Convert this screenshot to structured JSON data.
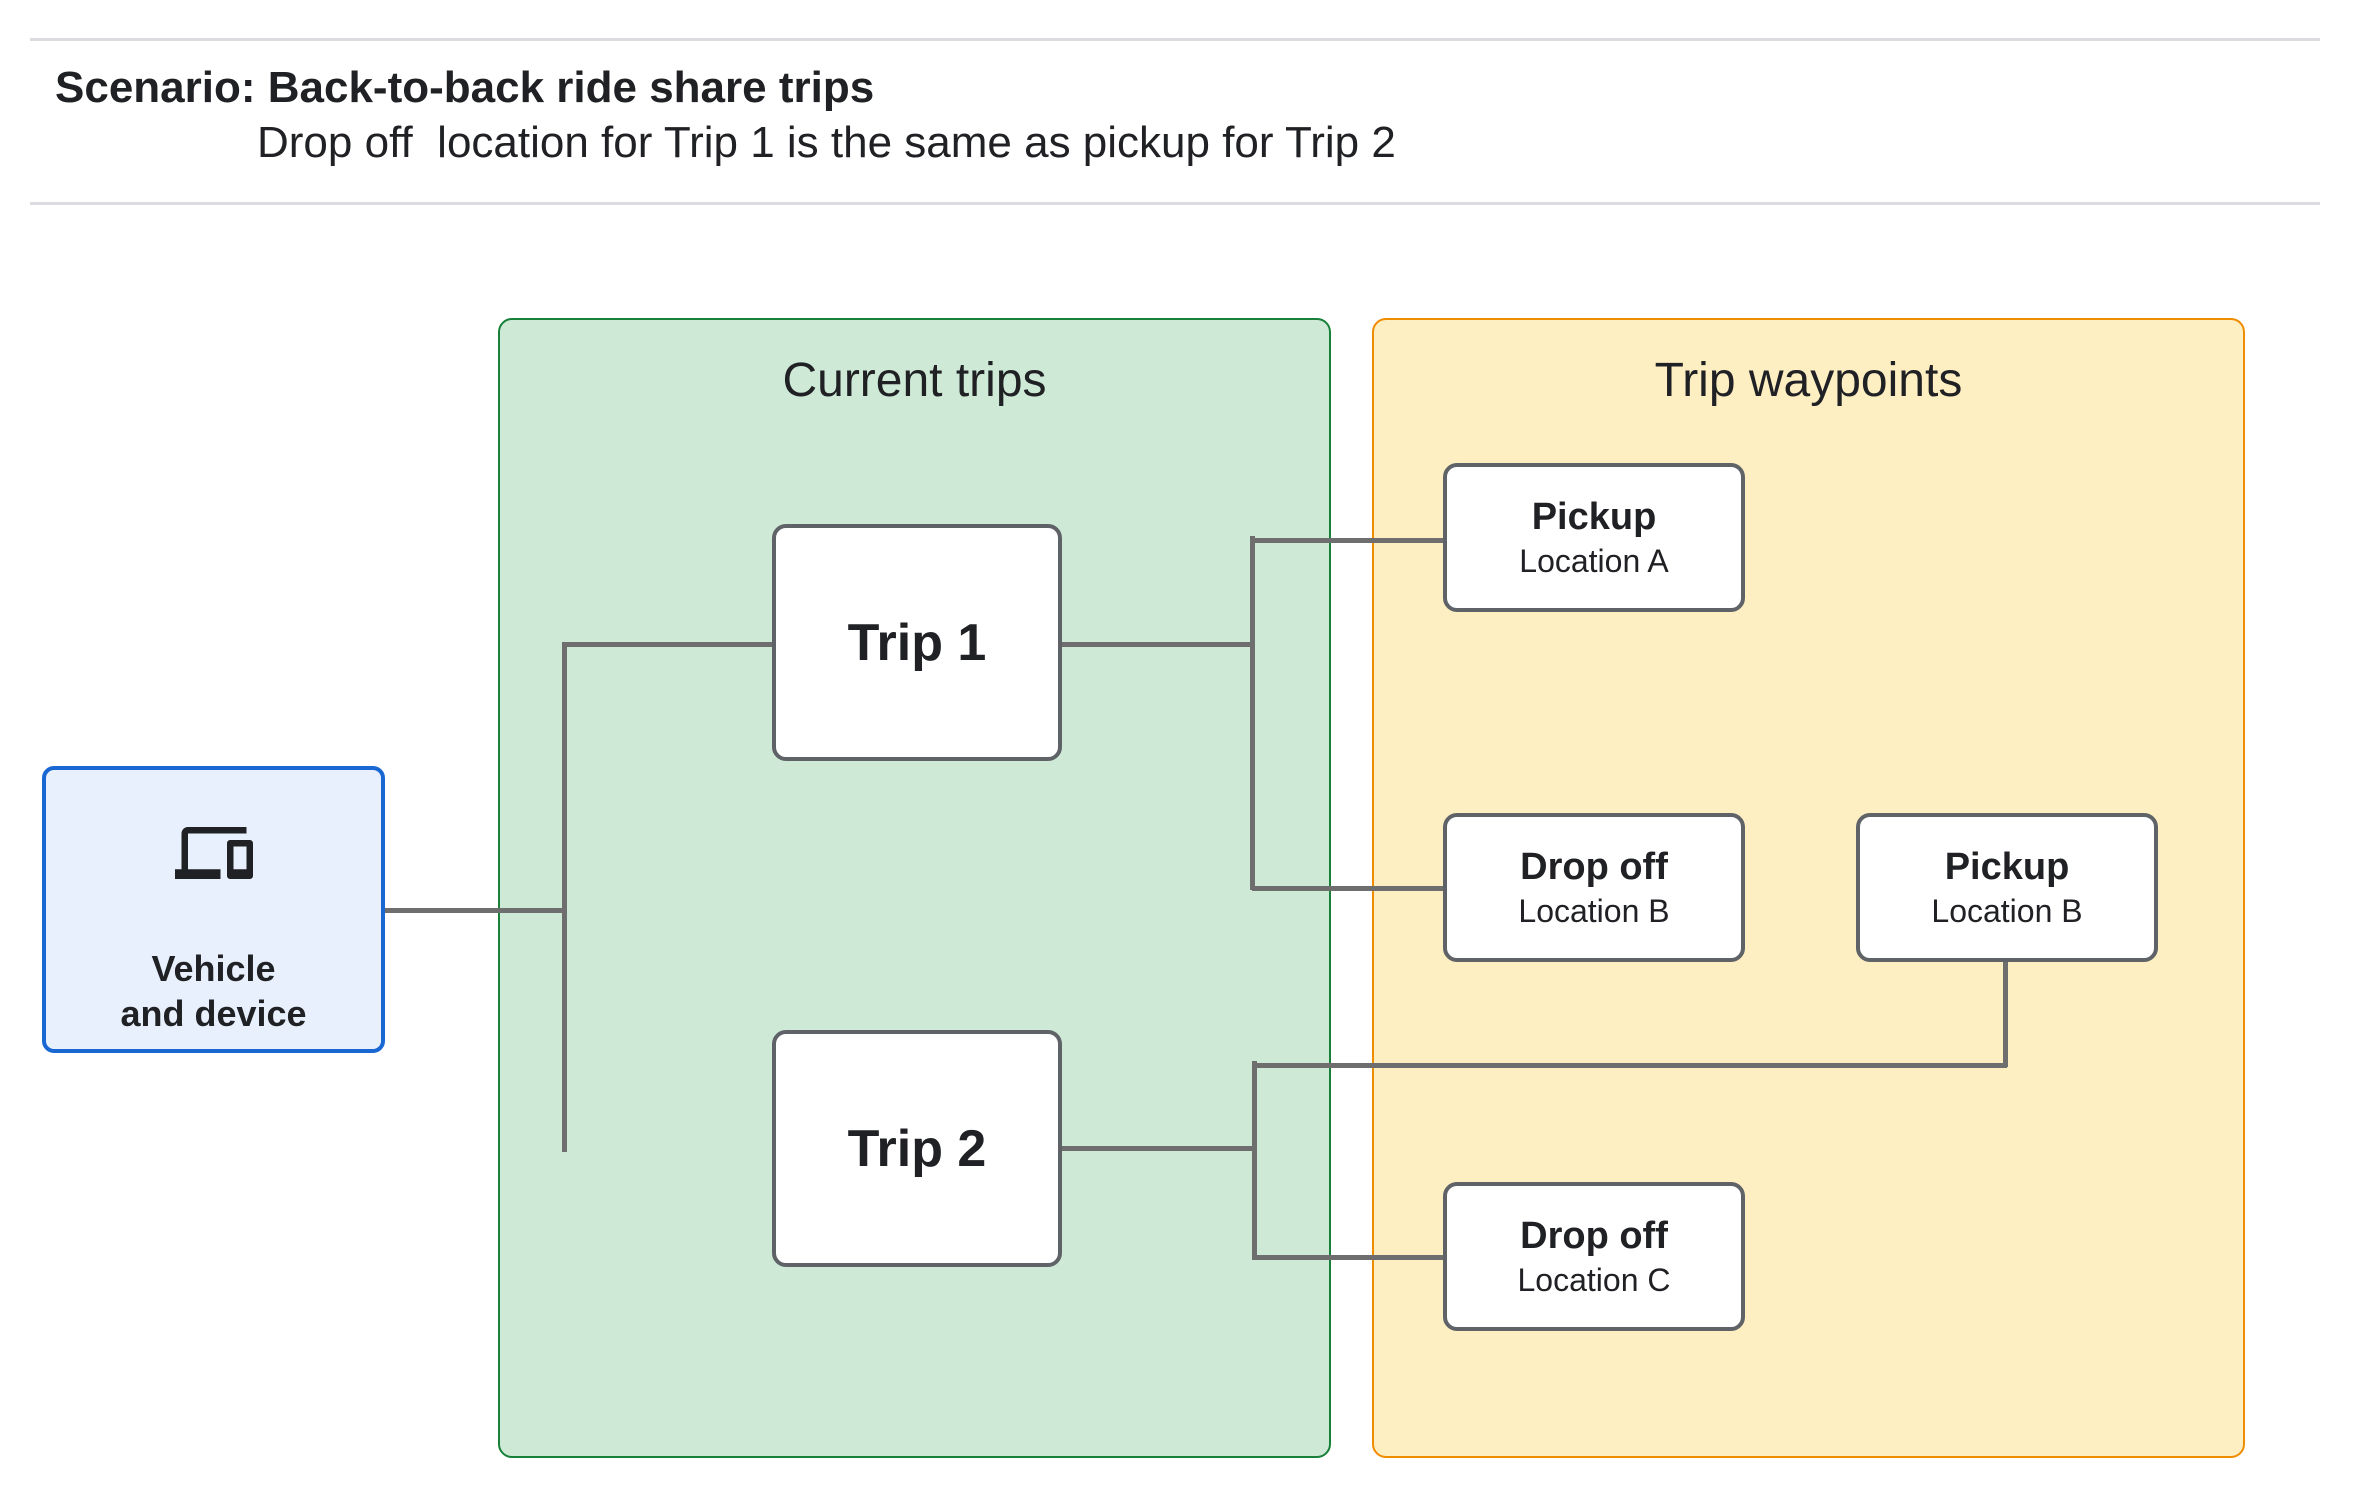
{
  "header": {
    "title": "Scenario: Back-to-back ride share trips",
    "subtitle": "Drop off  location for Trip 1 is the same as pickup for Trip 2"
  },
  "vehicle": {
    "label_line1": "Vehicle",
    "label_line2": "and device",
    "icon": "laptop-and-phone-devices-icon"
  },
  "groups": {
    "current_trips": {
      "title": "Current trips"
    },
    "trip_waypoints": {
      "title": "Trip waypoints"
    }
  },
  "trips": [
    {
      "label": "Trip 1"
    },
    {
      "label": "Trip 2"
    }
  ],
  "waypoints": [
    {
      "type": "Pickup",
      "location": "Location A"
    },
    {
      "type": "Drop off",
      "location": "Location B"
    },
    {
      "type": "Pickup",
      "location": "Location B"
    },
    {
      "type": "Drop off",
      "location": "Location C"
    }
  ],
  "colors": {
    "text": "#202124",
    "rule": "#DADCE0",
    "connector": "#6E6E6E",
    "node_border": "#5F6368",
    "vehicle_fill": "#E8F0FE",
    "vehicle_border": "#1967D2",
    "trips_fill": "#CEEAD6",
    "trips_border": "#188038",
    "waypoints_fill": "#FEEFC3",
    "waypoints_border": "#F08C00"
  }
}
